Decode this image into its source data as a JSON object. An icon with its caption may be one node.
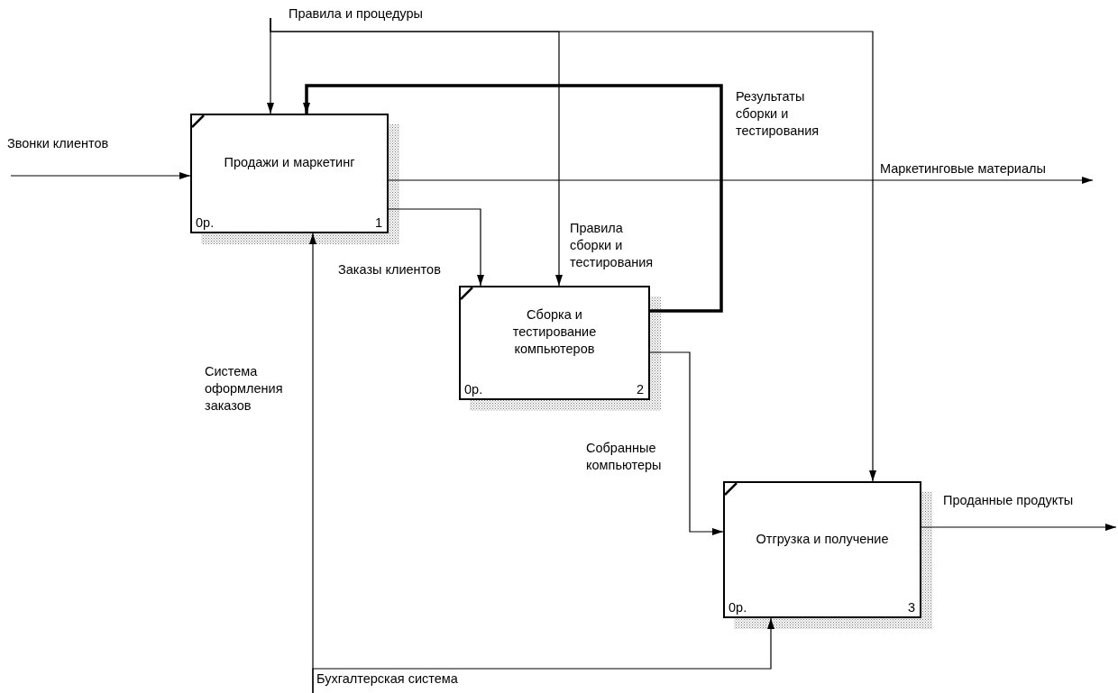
{
  "diagram": {
    "nodes": [
      {
        "text": [
          "Продажи и маркетинг",
          "0р.",
          "1"
        ]
      },
      {
        "text": [
          "Сборка и тестирование компьютеров",
          "0р.",
          "2"
        ]
      },
      {
        "text": [
          "Отгрузка и получение",
          "0р.",
          "3"
        ]
      }
    ],
    "edges": [
      {
        "from": null,
        "to": 0,
        "arrow": "to",
        "label": "Звонки клиентов"
      },
      {
        "from": null,
        "to": 0,
        "arrow": "to",
        "label": "Правила и процедуры"
      },
      {
        "from": null,
        "to": 1,
        "arrow": "to",
        "label": "Правила сборки и тестирования"
      },
      {
        "from": null,
        "to": 2,
        "arrow": "to"
      },
      {
        "from": 1,
        "to": 0,
        "arrow": "to",
        "label": "Результаты сборки и тестирования",
        "style": "thick"
      },
      {
        "from": 0,
        "to": null,
        "arrow": "to",
        "label": "Маркетинговые материалы"
      },
      {
        "from": 0,
        "to": 1,
        "arrow": "to",
        "label": "Заказы клиентов"
      },
      {
        "from": 1,
        "to": 2,
        "arrow": "to",
        "label": "Собранные компьютеры"
      },
      {
        "from": 2,
        "to": null,
        "arrow": "to",
        "label": "Проданные продукты"
      },
      {
        "from": null,
        "to": 0,
        "arrow": "to",
        "label": "Система оформления заказов"
      },
      {
        "from": null,
        "to": 2,
        "arrow": "to",
        "label": "Бухгалтерская система"
      }
    ]
  }
}
